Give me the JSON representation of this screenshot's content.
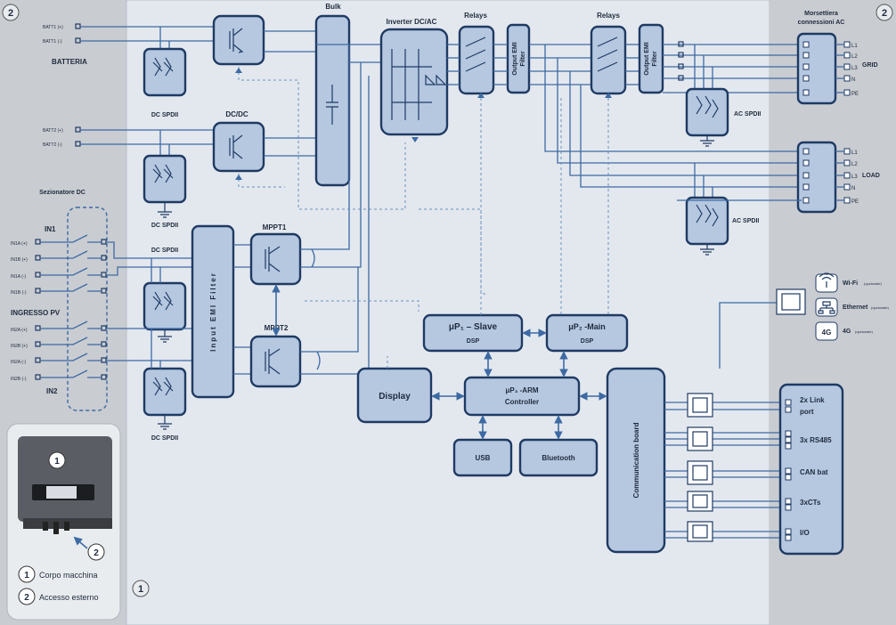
{
  "zones": {
    "left_badge": "2",
    "right_badge": "2",
    "inner_badge": "1"
  },
  "battery": {
    "title": "BATTERIA",
    "batt1_pos": "BATT1 (+)",
    "batt1_neg": "BATT1 (-)",
    "batt2_pos": "BATT2 (+)",
    "batt2_neg": "BATT2 (-)"
  },
  "pv": {
    "disconnector": "Sezionatore DC",
    "in1": "IN1",
    "in2": "IN2",
    "ingresso": "INGRESSO PV",
    "terminals": [
      "IN1A (+)",
      "IN1B (+)",
      "IN1A (-)",
      "IN1B (-)",
      "IN2A (+)",
      "IN2B (+)",
      "IN2A (-)",
      "IN2B (-)"
    ]
  },
  "spd": {
    "dc": "DC SPDII",
    "ac": "AC SPDII"
  },
  "blocks": {
    "dcdc": "DC/DC",
    "bulk": "Bulk",
    "inverter": "Inverter DC/AC",
    "relays": "Relays",
    "output_emi_line1": "Output EMI",
    "output_emi_line2": "Filter",
    "input_emi": "Input EMI Filter",
    "mppt1": "MPPT1",
    "mppt2": "MPPT2",
    "slave_line1": "μP₁ – Slave",
    "slave_line2": "DSP",
    "main_line1": "μP₂ -Main",
    "main_line2": "DSP",
    "arm_line1": "μP₃ -ARM",
    "arm_line2": "Controller",
    "display": "Display",
    "usb": "USB",
    "bluetooth": "Bluetooth",
    "comm": "Communication board"
  },
  "ac_side": {
    "morsettiera_line1": "Morsettiera",
    "morsettiera_line2": "connessioni AC",
    "grid": "GRID",
    "load": "LOAD",
    "phases": [
      "L1",
      "L2",
      "L3",
      "N",
      "PE"
    ]
  },
  "comm_side": {
    "wifi": "Wi-Fi",
    "wifi_note": "(opzionale)",
    "ethernet": "Ethernet",
    "ethernet_note": "(opzionale)",
    "cellular": "4G",
    "cellular_note": "(opzionale)",
    "cellular_icon_text": "4G",
    "ports": [
      "2x Link",
      "port",
      "3x RS485",
      "CAN bat",
      "3xCTs",
      "I/O"
    ]
  },
  "legend": {
    "marker1": "1",
    "marker2": "2",
    "item1": "Corpo macchina",
    "item2": "Accesso esterno"
  },
  "colors": {
    "block_fill": "#b5c8e0",
    "block_stroke": "#1f3a63",
    "wire": "#3d6aa3",
    "side_panel": "#c9ccd1",
    "main_panel": "#e3e8ee"
  }
}
